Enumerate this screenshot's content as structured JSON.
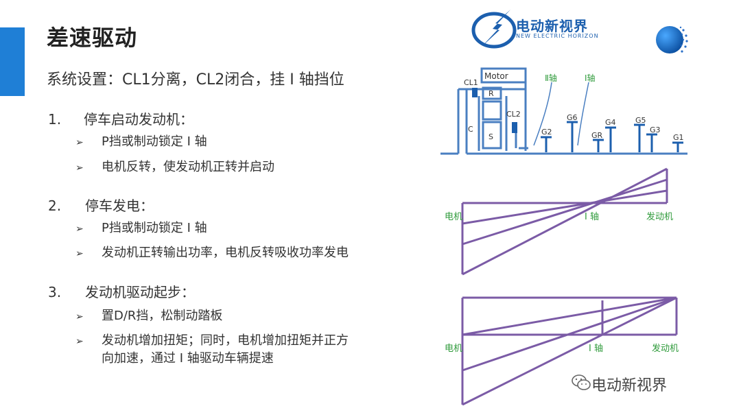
{
  "title": "差速驱动",
  "subtitle": "系统设置：CL1分离，CL2闭合，挂 I 轴挡位",
  "logo": {
    "cn": "电动新视界",
    "en": "NEW ELECTRIC HORIZON"
  },
  "sections": [
    {
      "num": "1.",
      "heading": "停车启动发动机：",
      "bullets": [
        "P挡或制动锁定 I 轴",
        "电机反转，使发动机正转并启动"
      ]
    },
    {
      "num": "2.",
      "heading": "停车发电：",
      "bullets": [
        "P挡或制动锁定 I 轴",
        "发动机正转输出功率，电机反转吸收功率发电"
      ]
    },
    {
      "num": "3.",
      "heading": "发动机驱动起步：",
      "bullets": [
        "置D/R挡，松制动踏板",
        "发动机增加扭矩；同时，电机增加扭矩并正方",
        "向加速，通过 I 轴驱动车辆提速"
      ]
    }
  ],
  "arrow_glyph": "➢",
  "diagram": {
    "motor": "Motor",
    "cl1": "CL1",
    "cl2": "CL2",
    "r": "R",
    "c": "C",
    "s": "S",
    "shaft2": "Ⅱ轴",
    "shaft1": "Ⅰ轴",
    "gears": [
      "G2",
      "G6",
      "GR",
      "G4",
      "G5",
      "G3",
      "G1"
    ]
  },
  "lever1": {
    "left": "电机",
    "mid": "I 轴",
    "right": "发动机"
  },
  "lever2": {
    "left": "电机",
    "mid": "I 轴",
    "right": "发动机"
  },
  "watermark": "电动新视界",
  "colors": {
    "accent": "#1f7fd6",
    "diagram_blue": "#4a7fc1",
    "lever_purple": "#7b5ba6",
    "label_green": "#2e9a3a"
  }
}
